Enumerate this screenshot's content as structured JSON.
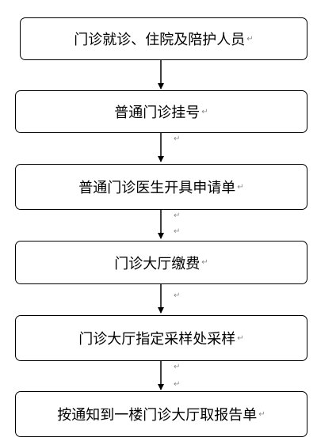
{
  "flowchart": {
    "steps": [
      {
        "label": "门诊就诊、住院及陪护人员"
      },
      {
        "label": "普通门诊挂号"
      },
      {
        "label": "普通门诊医生开具申请单"
      },
      {
        "label": "门诊大厅缴费"
      },
      {
        "label": "门诊大厅指定采样处采样"
      },
      {
        "label": "按通知到一楼门诊大厅取报告单"
      }
    ],
    "paragraph_mark": "↵"
  }
}
